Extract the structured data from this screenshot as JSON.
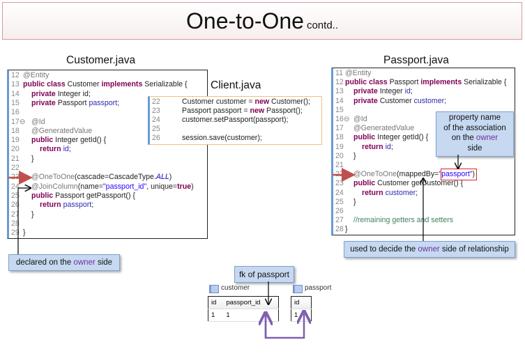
{
  "title": {
    "main": "One-to-One",
    "sub": "contd.."
  },
  "customer_file": {
    "label": "Customer.java",
    "lines": [
      {
        "n": "12",
        "i": 0,
        "t": [
          [
            "@Entity",
            "an"
          ]
        ]
      },
      {
        "n": "13",
        "i": 0,
        "t": [
          [
            "public class ",
            "kw"
          ],
          [
            "Customer ",
            ""
          ],
          [
            "implements ",
            "kw"
          ],
          [
            "Serializable {",
            ""
          ]
        ]
      },
      {
        "n": "14",
        "i": 1,
        "t": [
          [
            "private ",
            "kw"
          ],
          [
            "Integer ",
            ""
          ],
          [
            "id",
            ""
          ],
          [
            ";",
            ""
          ]
        ]
      },
      {
        "n": "15",
        "i": 1,
        "t": [
          [
            "private ",
            "kw"
          ],
          [
            "Passport ",
            ""
          ],
          [
            "passport",
            "fld"
          ],
          [
            ";",
            ""
          ]
        ]
      },
      {
        "n": "16",
        "i": 0,
        "t": []
      },
      {
        "n": "17⊖",
        "i": 1,
        "t": [
          [
            "@Id",
            "an"
          ]
        ]
      },
      {
        "n": "18",
        "i": 1,
        "t": [
          [
            "@GeneratedValue",
            "an"
          ]
        ]
      },
      {
        "n": "19",
        "i": 1,
        "t": [
          [
            "public ",
            "kw"
          ],
          [
            "Integer getId() {",
            ""
          ]
        ]
      },
      {
        "n": "20",
        "i": 2,
        "t": [
          [
            "return ",
            "kw"
          ],
          [
            "id",
            "fld"
          ],
          [
            ";",
            ""
          ]
        ]
      },
      {
        "n": "21",
        "i": 1,
        "t": [
          [
            "}",
            ""
          ]
        ]
      },
      {
        "n": "22",
        "i": 0,
        "t": []
      },
      {
        "n": "23⊖",
        "i": 1,
        "t": [
          [
            "@OneToOne",
            "an"
          ],
          [
            "(cascade=CascadeType.",
            ""
          ],
          [
            "ALL",
            "cst"
          ],
          [
            ")",
            ""
          ]
        ]
      },
      {
        "n": "24",
        "i": 1,
        "t": [
          [
            "@JoinColumn",
            "an"
          ],
          [
            "(name=",
            ""
          ],
          [
            "\"passport_id\"",
            "str"
          ],
          [
            ", unique=",
            ""
          ],
          [
            "true",
            "kw"
          ],
          [
            ")",
            ""
          ]
        ]
      },
      {
        "n": "25",
        "i": 1,
        "t": [
          [
            "public ",
            "kw"
          ],
          [
            "Passport getPassport() {",
            ""
          ]
        ]
      },
      {
        "n": "26",
        "i": 2,
        "t": [
          [
            "return ",
            "kw"
          ],
          [
            "passport",
            "fld"
          ],
          [
            ";",
            ""
          ]
        ]
      },
      {
        "n": "27",
        "i": 1,
        "t": [
          [
            "}",
            ""
          ]
        ]
      },
      {
        "n": "28",
        "i": 0,
        "t": []
      },
      {
        "n": "29",
        "i": 0,
        "t": [
          [
            "}",
            ""
          ]
        ]
      }
    ]
  },
  "client_file": {
    "label": "Client.java",
    "lines": [
      {
        "n": "22",
        "i": 3,
        "t": [
          [
            "Customer customer = ",
            ""
          ],
          [
            "new ",
            "kw"
          ],
          [
            "Customer();",
            ""
          ]
        ]
      },
      {
        "n": "23",
        "i": 3,
        "t": [
          [
            "Passport passport = ",
            ""
          ],
          [
            "new ",
            "kw"
          ],
          [
            "Passport();",
            ""
          ]
        ]
      },
      {
        "n": "24",
        "i": 3,
        "t": [
          [
            "customer.setPassport(passport);",
            ""
          ]
        ]
      },
      {
        "n": "25",
        "i": 3,
        "t": []
      },
      {
        "n": "26",
        "i": 3,
        "t": [
          [
            "session.save(customer);",
            ""
          ]
        ]
      }
    ]
  },
  "passport_file": {
    "label": "Passport.java",
    "lines": [
      {
        "n": "11",
        "i": 0,
        "t": [
          [
            "@Entity",
            "an"
          ]
        ]
      },
      {
        "n": "12",
        "i": 0,
        "t": [
          [
            "public class ",
            "kw"
          ],
          [
            "Passport ",
            ""
          ],
          [
            "implements ",
            "kw"
          ],
          [
            "Serializable {",
            ""
          ]
        ]
      },
      {
        "n": "13",
        "i": 1,
        "t": [
          [
            "private ",
            "kw"
          ],
          [
            "Integer ",
            ""
          ],
          [
            "id",
            "fld"
          ],
          [
            ";",
            ""
          ]
        ]
      },
      {
        "n": "14",
        "i": 1,
        "t": [
          [
            "private ",
            "kw"
          ],
          [
            "Customer ",
            ""
          ],
          [
            "customer",
            "fld"
          ],
          [
            ";",
            ""
          ]
        ]
      },
      {
        "n": "15",
        "i": 0,
        "t": []
      },
      {
        "n": "16⊖",
        "i": 1,
        "t": [
          [
            "@Id",
            "an"
          ]
        ]
      },
      {
        "n": "17",
        "i": 1,
        "t": [
          [
            "@GeneratedValue",
            "an"
          ]
        ]
      },
      {
        "n": "18",
        "i": 1,
        "t": [
          [
            "public ",
            "kw"
          ],
          [
            "Integer getId() {",
            ""
          ]
        ]
      },
      {
        "n": "19",
        "i": 2,
        "t": [
          [
            "return ",
            "kw"
          ],
          [
            "id",
            "fld"
          ],
          [
            ";",
            ""
          ]
        ]
      },
      {
        "n": "20",
        "i": 1,
        "t": [
          [
            "}",
            ""
          ]
        ]
      },
      {
        "n": "21",
        "i": 0,
        "t": []
      },
      {
        "n": "22⊖",
        "i": 1,
        "t": [
          [
            "@OneToOne",
            "an"
          ],
          [
            "(mappedBy=",
            ""
          ],
          [
            "\"passport\"",
            "str"
          ],
          [
            ")",
            ""
          ]
        ]
      },
      {
        "n": "23",
        "i": 1,
        "t": [
          [
            "public ",
            "kw"
          ],
          [
            "Customer getCustomer() {",
            ""
          ]
        ]
      },
      {
        "n": "24",
        "i": 2,
        "t": [
          [
            "return ",
            "kw"
          ],
          [
            "customer",
            "fld"
          ],
          [
            ";",
            ""
          ]
        ]
      },
      {
        "n": "25",
        "i": 1,
        "t": [
          [
            "}",
            ""
          ]
        ]
      },
      {
        "n": "26",
        "i": 0,
        "t": []
      },
      {
        "n": "27",
        "i": 1,
        "t": [
          [
            "//remaining getters and setters",
            "cm"
          ]
        ]
      },
      {
        "n": "28",
        "i": 0,
        "t": [
          [
            "}",
            ""
          ]
        ]
      }
    ]
  },
  "callouts": {
    "property": {
      "l1": "property name",
      "l2": "of the association",
      "l3a": "on the ",
      "l3b": "owner",
      "l4": "side"
    },
    "decide": {
      "a": "used to decide the ",
      "b": "owner",
      "c": " side of relationship"
    },
    "declared": {
      "a": "declared on the ",
      "b": "owner",
      "c": " side"
    },
    "fk": "fk of passport"
  },
  "tables": {
    "customer": {
      "name": "customer",
      "headers": [
        "id",
        "passport_id"
      ],
      "rows": [
        [
          "1",
          "1"
        ]
      ]
    },
    "passport": {
      "name": "passport",
      "headers": [
        "id"
      ],
      "rows": [
        [
          "1"
        ]
      ]
    }
  },
  "colors": {
    "owner": "#7030a0",
    "arrow_red": "#c0504d",
    "callout_bg": "#c6d9f1",
    "fk_arrow": "#7f5fb0"
  }
}
